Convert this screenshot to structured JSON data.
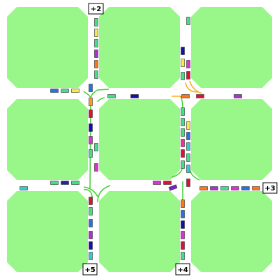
{
  "colors": {
    "block": "#99f78a",
    "road": "#ffffff",
    "turn_path": "#44cc33",
    "turn_path_alt": "#ffaa22",
    "badge_border": "#000000",
    "badge_fill": "#ffffff"
  },
  "spawn_badges": [
    {
      "name": "spawn-top",
      "label": "+2"
    },
    {
      "name": "spawn-right",
      "label": "+3"
    },
    {
      "name": "spawn-bottom-right",
      "label": "+4"
    },
    {
      "name": "spawn-bottom-left",
      "label": "+5"
    }
  ]
}
